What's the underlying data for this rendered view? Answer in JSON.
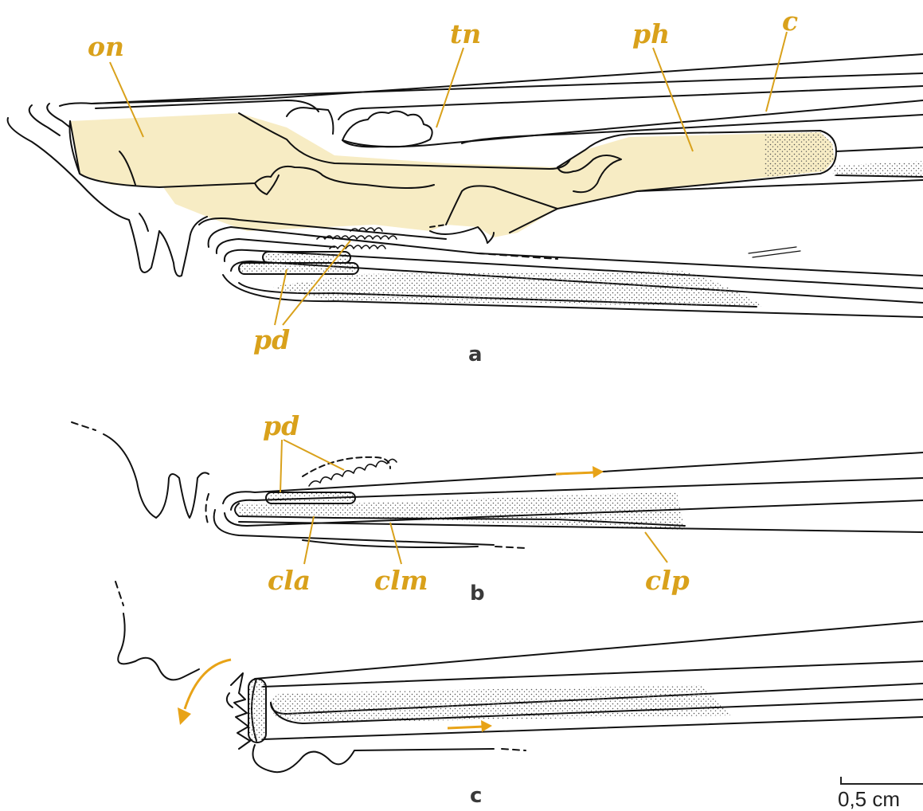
{
  "figure": {
    "panels": [
      {
        "letter": "a",
        "labels": {
          "on": "on",
          "tn": "tn",
          "ph": "ph",
          "c": "c",
          "pd": "pd"
        }
      },
      {
        "letter": "b",
        "labels": {
          "pd": "pd",
          "cla": "cla",
          "clm": "clm",
          "clp": "clp"
        }
      },
      {
        "letter": "c",
        "labels": {}
      }
    ],
    "scale_bar": {
      "label": "0,5 cm"
    },
    "colors": {
      "label": "#d9a11b",
      "arrow": "#e8a317",
      "tissue_fill": "#f7ecc4",
      "outline": "#111111",
      "stipple": "#555555"
    }
  }
}
